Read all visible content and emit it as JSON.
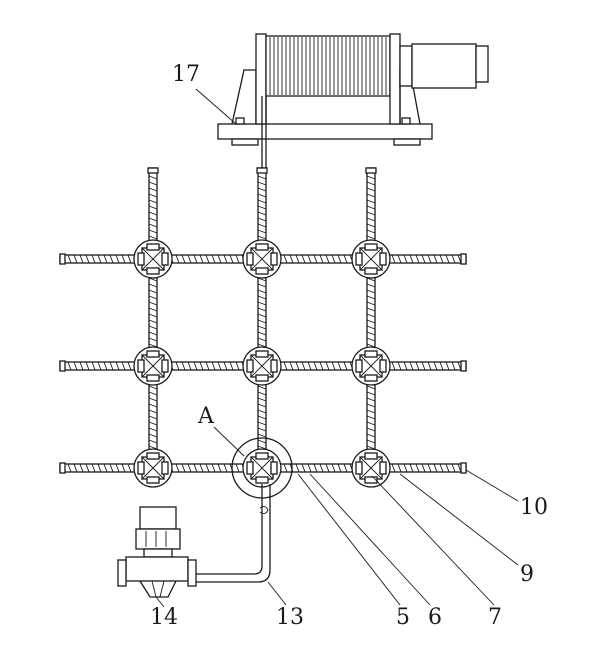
{
  "figure": {
    "labels": {
      "winch": "17",
      "detail": "A",
      "pipe_end": "10",
      "rod_a": "9",
      "joint": "7",
      "rod_b": "6",
      "rod_c": "5",
      "hose": "13",
      "pump": "14"
    }
  }
}
